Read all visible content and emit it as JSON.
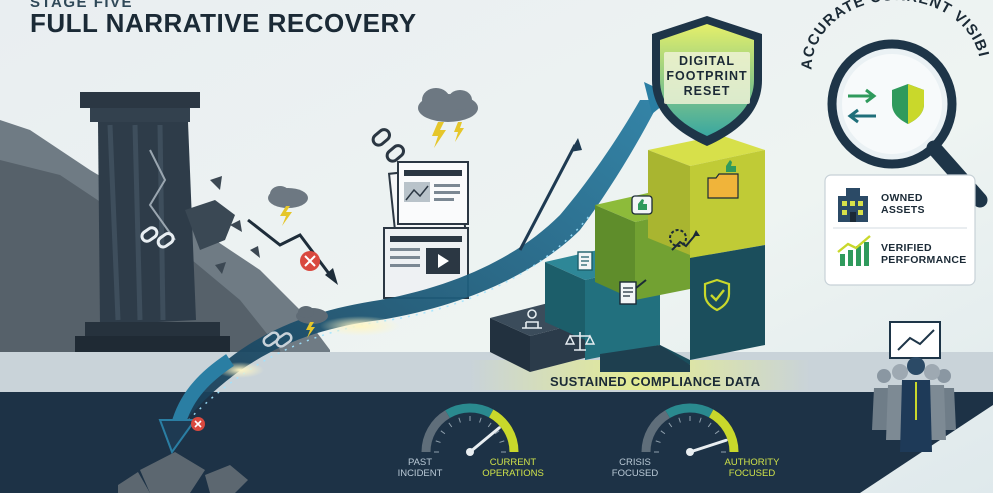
{
  "header": {
    "eyebrow": "STAGE FIVE",
    "title": "FULL NARRATIVE RECOVERY"
  },
  "shield": {
    "label": "DIGITAL FOOTPRINT RESET"
  },
  "visibility": {
    "arc_label": "ACCURATE CURRENT VISIBILITY",
    "items": [
      {
        "label": "OWNED ASSETS",
        "icon": "building-icon"
      },
      {
        "label": "VERIFIED PERFORMANCE",
        "icon": "growth-chart-icon"
      }
    ]
  },
  "foundation": {
    "label": "SUSTAINED COMPLIANCE DATA"
  },
  "gauges": [
    {
      "left_label": "PAST INCIDENT",
      "right_label": "CURRENT OPERATIONS",
      "level": 0.78
    },
    {
      "left_label": "CRISIS FOCUSED",
      "right_label": "AUTHORITY FOCUSED",
      "level": 0.9
    }
  ],
  "colors": {
    "navy": "#1e3548",
    "teal": "#1f6f7a",
    "lime": "#c9d82b",
    "shield_green": "#2f9a5c",
    "alert_red": "#d9493f"
  }
}
